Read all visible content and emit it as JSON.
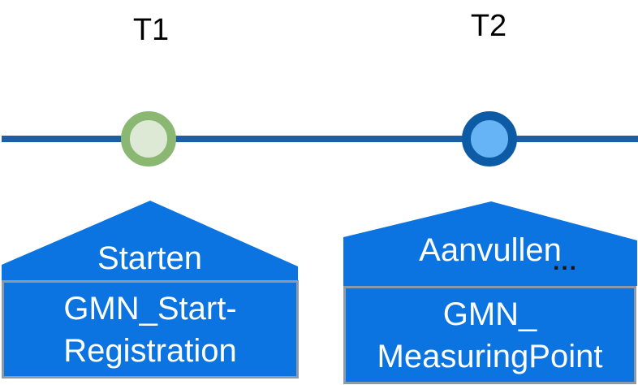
{
  "diagram": {
    "colors": {
      "accent_blue": "#0b74e0",
      "timeline_blue": "#1a5fa8",
      "t1_circle_border": "#8ab873",
      "t1_circle_fill": "#dde9d4",
      "t2_circle_border": "#0d5ba5",
      "t2_circle_fill": "#66b3f5",
      "box_border_grey": "#8d99a7",
      "label_text": "#000000",
      "shape_text": "#ffffff"
    },
    "milestones": [
      {
        "label": "T1"
      },
      {
        "label": "T2"
      }
    ],
    "callouts": [
      {
        "action_label": "Starten",
        "entity_lines": [
          "GMN_Start-",
          "Registration"
        ]
      },
      {
        "action_label": "Aanvullen",
        "ellipsis": "...",
        "entity_lines": [
          "GMN_",
          "MeasuringPoint"
        ]
      }
    ]
  }
}
